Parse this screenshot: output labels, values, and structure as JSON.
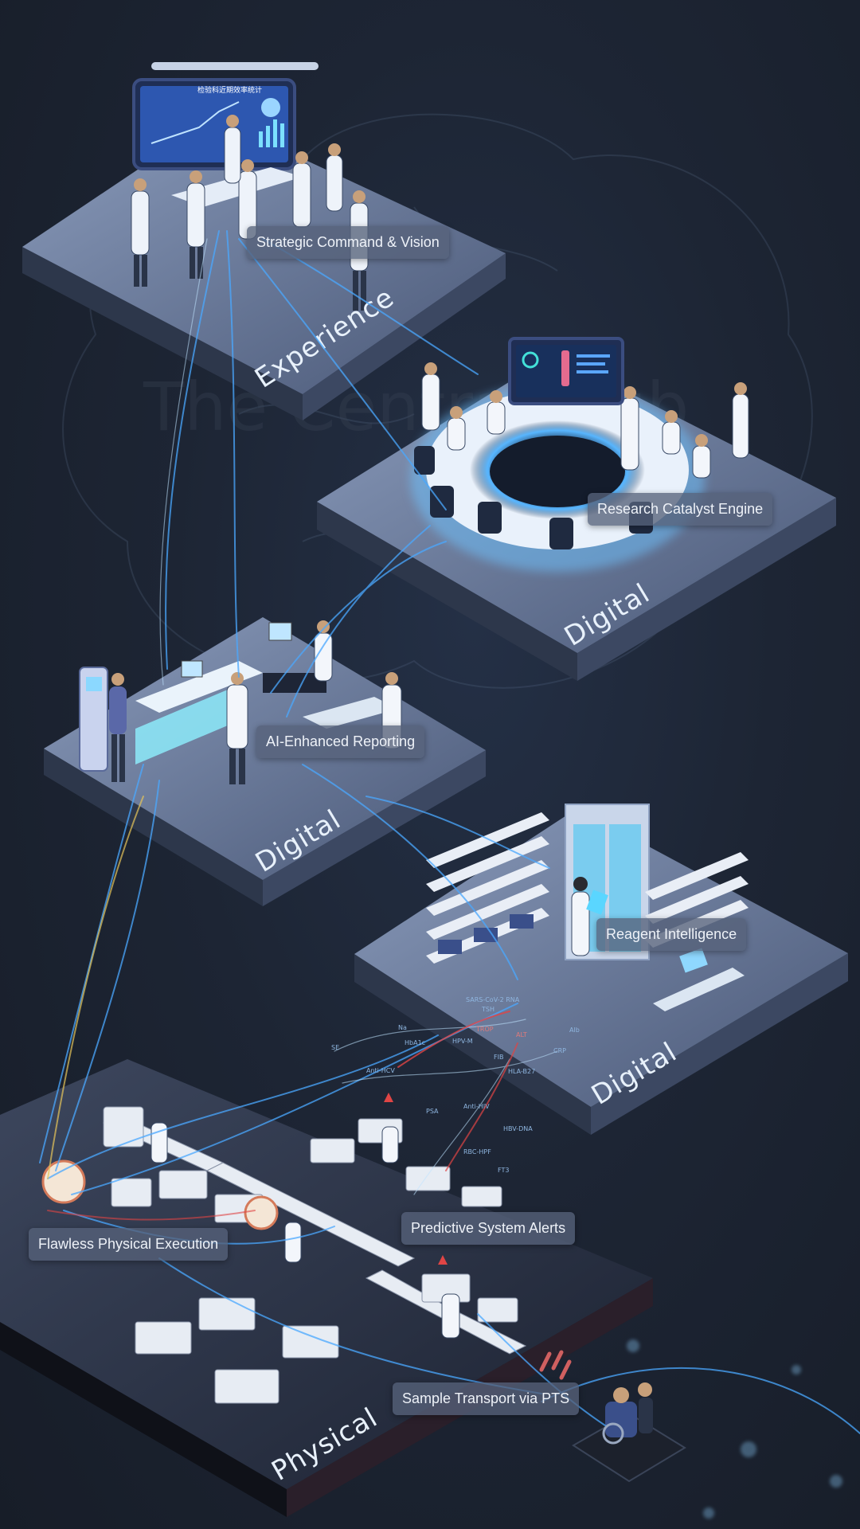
{
  "watermark": "The Central Hub",
  "tiers": {
    "experience": "Experience",
    "digital_research": "Digital",
    "digital_reporting": "Digital",
    "digital_reagent": "Digital",
    "physical": "Physical"
  },
  "labels": {
    "strategic": "Strategic Command & Vision",
    "research": "Research Catalyst Engine",
    "reporting": "AI-Enhanced Reporting",
    "reagent": "Reagent Intelligence",
    "predictive": "Predictive System Alerts",
    "execution": "Flawless Physical Execution",
    "transport": "Sample Transport via PTS"
  },
  "board_title": "检验科近期效率统计",
  "flow_tags": [
    "SARS-CoV-2 RNA",
    "TSH",
    "Na",
    "HbA1c",
    "HPV-M",
    "SE",
    "Anti-HCV",
    "FIB",
    "HLA-B27",
    "Alb",
    "CRP",
    "PSA",
    "HBV-DNA",
    "RBC-HPF",
    "FT3",
    "Anti-HIV",
    "ALT",
    "TROP"
  ],
  "colors": {
    "accent": "#4aa8ff",
    "glow": "#8fd0ff",
    "alert": "#e04545",
    "label_bg": "#56627a",
    "platform_top": "#5f7090"
  }
}
